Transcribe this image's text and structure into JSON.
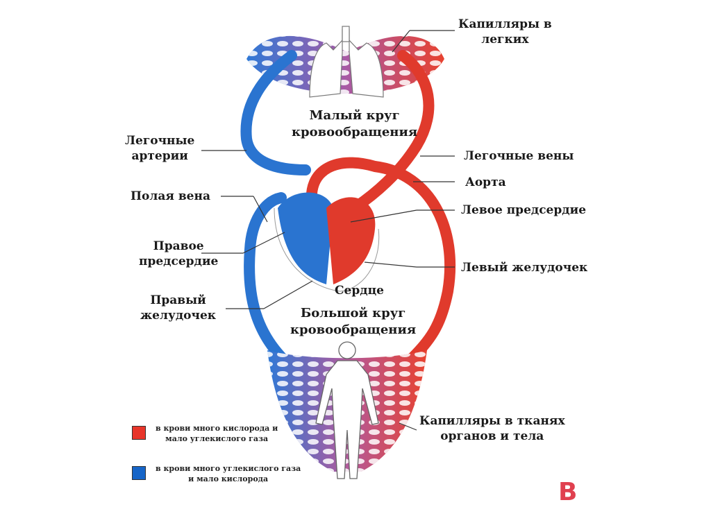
{
  "title": "Круги кровообращения",
  "colors": {
    "arterial": "#e0362b",
    "venous": "#1f6fd0",
    "mixed": "#a45aa8",
    "badge": "#e0404f",
    "leader": "#333333"
  },
  "labels": {
    "lung_capillaries": [
      "Капилляры в",
      "легких"
    ],
    "pulmonary_arteries": [
      "Легочные",
      "артерии"
    ],
    "vena_cava": "Полая вена",
    "right_atrium": [
      "Правое",
      "предсердие"
    ],
    "right_ventricle": [
      "Правый",
      "желудочек"
    ],
    "pulmonary_veins": "Легочные вены",
    "aorta": "Аорта",
    "left_atrium": "Левое предсердие",
    "left_ventricle": "Левый желудочек",
    "heart": "Сердце",
    "pulmonary_circulation": [
      "Малый круг",
      "кровообращения"
    ],
    "systemic_circulation": [
      "Большой круг",
      "кровообращения"
    ],
    "body_capillaries": [
      "Капилляры в тканях",
      "органов и тела"
    ]
  },
  "legend": [
    {
      "color": "#e8352a",
      "lines": [
        "в крови много кислорода и",
        "мало углекислого газа"
      ]
    },
    {
      "color": "#1665c8",
      "lines": [
        "в крови много углекислого газа",
        "и мало кислорода"
      ]
    }
  ],
  "badge": "B"
}
